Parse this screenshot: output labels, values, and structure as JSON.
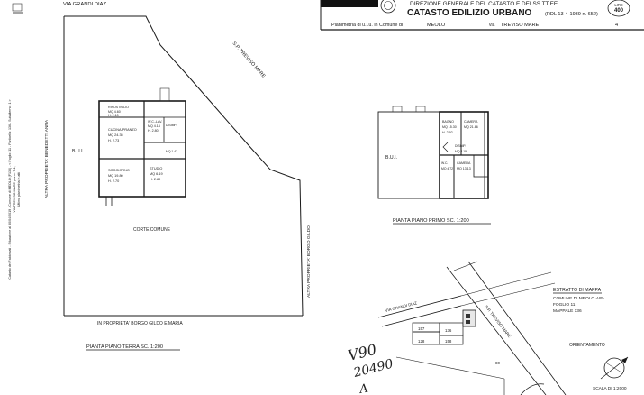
{
  "stamp": {
    "directorate": "DIREZIONE GENERALE DEL CATASTO E DEI SS.TT.EE.",
    "cadastre": "CATASTO EDILIZIO URBANO",
    "law": "(RDL 13-4-1939 n. 652)",
    "plan_prefix": "Planimetria di u.i.u. in Comune di",
    "comune": "MEOLO",
    "via_prefix": "via",
    "via": "TREVISO MARE",
    "civ": "4",
    "lire_label": "LIRE",
    "lire_value": "400"
  },
  "margin_text": [
    "Catasto dei Fabbricati - Situazione al 30/04/2019 - Comune di MEOLO (F130) - < Foglio: 11 - Particella: 136 - Subalterno: 1 >",
    "VIA TREVISO MARE piano: T-1;",
    "Ultima planimetria in atti"
  ],
  "ground": {
    "street_top": "VIA GRANDI DIAZ",
    "road_name": "S.P. TREVISO MARE",
    "left_border": "ALTRA PROPRIETA' BENEDETTI ANNA",
    "right_border": "ALTRA PROPRIETA' BORGO GILDO",
    "bottom_border": "IN PROPRIETA' BORGO GILDO E MARIA",
    "court": "CORTE COMUNE",
    "bui": "B.U.I.",
    "caption": "PIANTA PIANO TERRA SC. 1:200",
    "rooms": [
      {
        "name": "RIPOSTIGLIO",
        "area": "MQ 4.60",
        "height": "H. 2.10"
      },
      {
        "name": "CUCINA-PRANZO",
        "area": "MQ 24.35",
        "height": "H. 2.73"
      },
      {
        "name": "W.C.-LAV.",
        "area": "MQ 4.14",
        "height": "H. 2.80"
      },
      {
        "name": "DISIMP.",
        "area": "MQ 1.42",
        "height": ""
      },
      {
        "name": "SOGGIORNO",
        "area": "MQ 19.80",
        "height": "H. 2.70"
      },
      {
        "name": "STUDIO",
        "area": "MQ 6.19",
        "height": "H. 2.80"
      }
    ]
  },
  "first": {
    "caption": "PIANTA PIANO PRIMO SC. 1:200",
    "bui": "B.U.I.",
    "rooms": [
      {
        "name": "BAGNO",
        "area": "MQ 15.30",
        "height": "H. 2.92"
      },
      {
        "name": "CAMERA",
        "area": "MQ 21.86",
        "height": ""
      },
      {
        "name": "DISIMP.",
        "area": "MQ 2.19",
        "height": ""
      },
      {
        "name": "CAMERA",
        "area": "MQ 13.13",
        "height": ""
      },
      {
        "name": "W.C.",
        "area": "MQ 4.72",
        "height": ""
      }
    ]
  },
  "map": {
    "title": "ESTRATTO DI MAPPA",
    "comune_line": "COMUNE DI MEOLO -VE-",
    "foglio": "FOGLIO 11",
    "mappale": "MAPPALE 136",
    "road_a": "VIA GRANDI DIAZ",
    "road_b": "S.P. TREVISO MARE",
    "parcels": [
      "157",
      "136",
      "158",
      "80",
      "128"
    ],
    "orientation": "ORIENTAMENTO",
    "scale": "SCALA DI 1:2000"
  },
  "handwriting": [
    "V90",
    "20490",
    "A"
  ]
}
